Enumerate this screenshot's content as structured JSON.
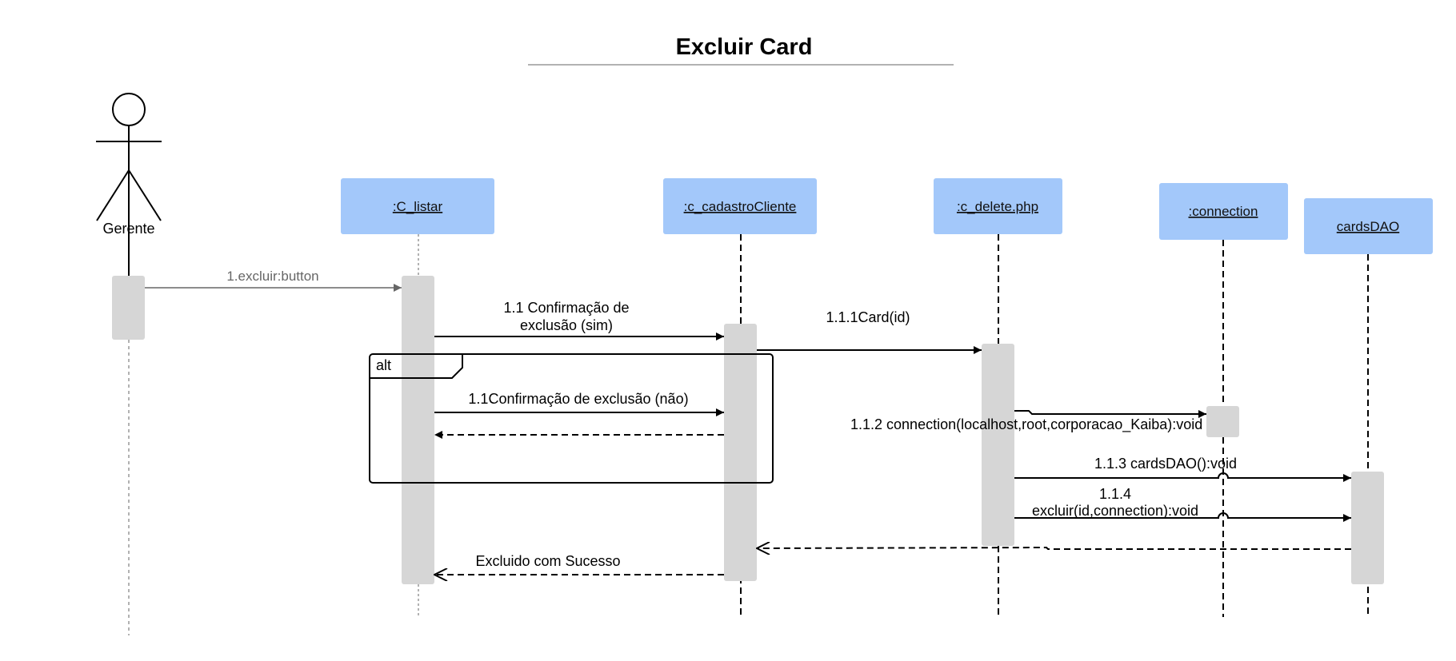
{
  "title": "Excluir Card",
  "actor": {
    "label": "Gerente"
  },
  "objects": [
    {
      "id": "c_listar",
      "label": ":C_listar"
    },
    {
      "id": "c_cadastro",
      "label": ":c_cadastroCliente"
    },
    {
      "id": "c_delete",
      "label": ":c_delete.php"
    },
    {
      "id": "connection",
      "label": ":connection"
    },
    {
      "id": "cardsdao",
      "label": "cardsDAO"
    }
  ],
  "fragment": {
    "label": "alt"
  },
  "messages": {
    "m1": "1.excluir:button",
    "m11_line1": "1.1 Confirmação de",
    "m11_line2": "exclusão (sim)",
    "m111": "1.1.1Card(id)",
    "m11_nao": "1.1Confirmação de exclusão (não)",
    "m112": "1.1.2 connection(localhost,root,corporacao_Kaiba):void",
    "m113": "1.1.3 cardsDAO():void",
    "m114_line1": "1.1.4",
    "m114_line2": "excluir(id,connection):void",
    "ret_sucesso": "Excluido com Sucesso"
  },
  "colors": {
    "object_box": "#a3c8fa",
    "activation": "#d6d6d6",
    "line": "#000000",
    "gray_message": "#666666"
  }
}
